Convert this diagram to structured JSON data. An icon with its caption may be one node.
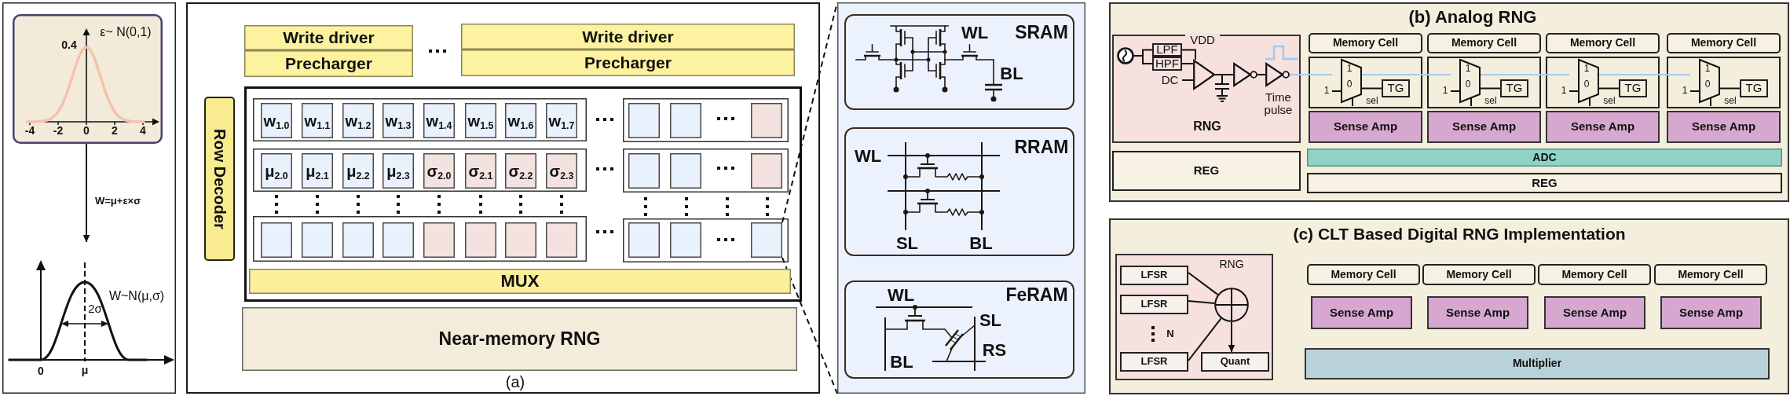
{
  "diagram": {
    "nodes": [
      {
        "text": [],
        "shape": "box"
      },
      {
        "text": [
          "ε~ N(0,1)",
          "0.4",
          "-4",
          "-2",
          "0",
          "2",
          "4"
        ],
        "in": 0
      },
      {
        "text": [],
        "shape": "picture",
        "beside": [
          "0",
          "μ"
        ],
        "in": 0
      },
      {
        "text": [
          "(a)"
        ]
      },
      {
        "text": [
          "Write driver"
        ],
        "in": 3
      },
      {
        "text": [
          "Precharger"
        ],
        "in": 3
      },
      {
        "text": [
          "Write driver"
        ],
        "in": 3
      },
      {
        "text": [
          "Precharger"
        ],
        "in": 3
      },
      {
        "text": [
          "Row Decoder"
        ],
        "in": 3
      },
      {
        "text": [],
        "shape": "box",
        "in": 3
      },
      {
        "text": [],
        "shape": "box",
        "in": 9
      },
      {
        "text": [
          "w$_{1.0}$"
        ],
        "in": 10
      },
      {
        "text": [
          "w$_{1.1}$"
        ],
        "in": 10
      },
      {
        "text": [
          "w$_{1.2}$"
        ],
        "in": 10
      },
      {
        "text": [
          "w$_{1.3}$"
        ],
        "in": 10
      },
      {
        "text": [
          "w$_{1.4}$"
        ],
        "in": 10
      },
      {
        "text": [
          "w$_{1.5}$"
        ],
        "in": 10
      },
      {
        "text": [
          "w$_{1.6}$"
        ],
        "in": 10
      },
      {
        "text": [
          "w$_{1.7}$"
        ],
        "in": 10
      },
      {
        "text": [],
        "shape": "box",
        "in": 9
      },
      {
        "text": [],
        "shape": "box",
        "in": 19
      },
      {
        "text": [],
        "shape": "box",
        "in": 19
      },
      {
        "text": [],
        "shape": "box",
        "in": 19
      },
      {
        "text": [],
        "shape": "box",
        "in": 9
      },
      {
        "text": [
          "μ$_{2.0}$"
        ],
        "in": 23
      },
      {
        "text": [
          "μ$_{2.1}$"
        ],
        "in": 23
      },
      {
        "text": [
          "μ$_{2.2}$"
        ],
        "in": 23
      },
      {
        "text": [
          "μ$_{2.3}$"
        ],
        "in": 23
      },
      {
        "text": [
          "σ$_{2.0}$"
        ],
        "in": 23
      },
      {
        "text": [
          "σ$_{2.1}$"
        ],
        "in": 23
      },
      {
        "text": [
          "σ$_{2.2}$"
        ],
        "in": 23
      },
      {
        "text": [
          "σ$_{2.3}$"
        ],
        "in": 23
      },
      {
        "text": [],
        "shape": "box",
        "in": 9
      },
      {
        "text": [],
        "shape": "box",
        "in": 32
      },
      {
        "text": [],
        "shape": "box",
        "in": 32
      },
      {
        "text": [],
        "shape": "box",
        "in": 32
      },
      {
        "text": [],
        "shape": "box",
        "in": 9
      },
      {
        "text": [],
        "shape": "box",
        "in": 36
      },
      {
        "text": [],
        "shape": "box",
        "in": 36
      },
      {
        "text": [],
        "shape": "box",
        "in": 36
      },
      {
        "text": [],
        "shape": "box",
        "in": 36
      },
      {
        "text": [],
        "shape": "box",
        "in": 36
      },
      {
        "text": [],
        "shape": "box",
        "in": 36
      },
      {
        "text": [],
        "shape": "box",
        "in": 36
      },
      {
        "text": [],
        "shape": "box",
        "in": 36
      },
      {
        "text": [],
        "shape": "box",
        "in": 9
      },
      {
        "text": [],
        "shape": "box",
        "in": 45
      },
      {
        "text": [],
        "shape": "box",
        "in": 45
      },
      {
        "text": [],
        "shape": "box",
        "in": 45
      },
      {
        "text": [
          "MUX"
        ],
        "in": 9
      },
      {
        "text": [
          "Near-memory RNG"
        ],
        "in": 3
      },
      {
        "text": [],
        "shape": "box"
      },
      {
        "text": [
          "WL",
          "SRAM",
          "BL"
        ],
        "in": 51
      },
      {
        "text": [
          "WL",
          "RRAM",
          "SL",
          "BL"
        ],
        "in": 51
      },
      {
        "text": [
          "WL",
          "FeRAM",
          "SL",
          "RS",
          "BL"
        ],
        "in": 51
      },
      {
        "text": [
          "(b) Analog RNG"
        ]
      },
      {
        "text": [
          "RNG"
        ],
        "in": 55
      },
      {
        "text": [],
        "shape": "circle",
        "in": 56
      },
      {
        "text": [
          "LPF"
        ],
        "in": 56
      },
      {
        "text": [
          "HPF"
        ],
        "in": 56
      },
      {
        "text": [
          "DC"
        ],
        "in": 56
      },
      {
        "text": [],
        "shape": "triangle",
        "in": 56
      },
      {
        "text": [],
        "shape": "triangle",
        "in": 56
      },
      {
        "text": [],
        "shape": "triangle",
        "beside": [
          "Time pulse"
        ],
        "in": 56
      },
      {
        "text": [
          "Memory Cell"
        ],
        "in": 55
      },
      {
        "text": [
          "Memory Cell"
        ],
        "in": 55
      },
      {
        "text": [
          "Memory Cell"
        ],
        "in": 55
      },
      {
        "text": [
          "Memory Cell"
        ],
        "in": 55
      },
      {
        "text": [],
        "shape": "box",
        "in": 55
      },
      {
        "text": [
          "1",
          "0"
        ],
        "beside": [
          "1",
          "sel"
        ],
        "in": 68
      },
      {
        "text": [
          "TG"
        ],
        "in": 68
      },
      {
        "text": [],
        "shape": "box",
        "in": 55
      },
      {
        "text": [
          "1",
          "0"
        ],
        "beside": [
          "1",
          "sel"
        ],
        "in": 71
      },
      {
        "text": [
          "TG"
        ],
        "in": 71
      },
      {
        "text": [],
        "shape": "box",
        "in": 55
      },
      {
        "text": [
          "1",
          "0"
        ],
        "beside": [
          "1",
          "sel"
        ],
        "in": 74
      },
      {
        "text": [
          "TG"
        ],
        "in": 74
      },
      {
        "text": [],
        "shape": "box",
        "in": 55
      },
      {
        "text": [
          "1",
          "0"
        ],
        "beside": [
          "1",
          "sel"
        ],
        "in": 77
      },
      {
        "text": [
          "TG"
        ],
        "in": 77
      },
      {
        "text": [
          "Sense Amp"
        ],
        "in": 55
      },
      {
        "text": [
          "Sense Amp"
        ],
        "in": 55
      },
      {
        "text": [
          "Sense Amp"
        ],
        "in": 55
      },
      {
        "text": [
          "Sense Amp"
        ],
        "in": 55
      },
      {
        "text": [
          "REG"
        ],
        "in": 55
      },
      {
        "text": [
          "ADC"
        ],
        "in": 55
      },
      {
        "text": [
          "REG"
        ],
        "in": 55
      },
      {
        "text": [
          "(c) CLT Based Digital RNG Implementation"
        ]
      },
      {
        "text": [
          "RNG",
          "N"
        ],
        "in": 87
      },
      {
        "text": [
          "LFSR"
        ],
        "in": 88
      },
      {
        "text": [
          "LFSR"
        ],
        "in": 88
      },
      {
        "text": [
          "LFSR"
        ],
        "in": 88
      },
      {
        "text": [],
        "shape": "circle",
        "in": 88
      },
      {
        "text": [
          "Quant"
        ],
        "in": 88
      },
      {
        "text": [
          "Memory Cell"
        ],
        "in": 87
      },
      {
        "text": [
          "Memory Cell"
        ],
        "in": 87
      },
      {
        "text": [
          "Memory Cell"
        ],
        "in": 87
      },
      {
        "text": [
          "Memory Cell"
        ],
        "in": 87
      },
      {
        "text": [
          "Sense Amp"
        ],
        "in": 87
      },
      {
        "text": [
          "Sense Amp"
        ],
        "in": 87
      },
      {
        "text": [
          "Sense Amp"
        ],
        "in": 87
      },
      {
        "text": [
          "Sense Amp"
        ],
        "in": 87
      },
      {
        "text": [
          "Multiplier"
        ],
        "in": 87
      }
    ],
    "edges": [
      {
        "from": 1,
        "to": 2,
        "arrow": "to",
        "label": "W=μ+ε×σ"
      },
      {
        "from": 48,
        "to": 51,
        "arrow": "none",
        "style": "dashed"
      },
      {
        "from": 48,
        "to": 51,
        "arrow": "none",
        "style": "dashed"
      },
      {
        "from": 57,
        "to": 58,
        "arrow": "none"
      },
      {
        "from": 57,
        "to": 59,
        "arrow": "none"
      },
      {
        "from": 58,
        "to": 61,
        "arrow": "none",
        "label": "VDD"
      },
      {
        "from": 59,
        "to": 61,
        "arrow": "none"
      },
      {
        "from": 60,
        "to": 61,
        "arrow": "none"
      },
      {
        "from": 61,
        "to": 62,
        "arrow": "none"
      },
      {
        "from": 62,
        "to": 63,
        "arrow": "none"
      },
      {
        "from": 63,
        "to": 69,
        "arrow": "none",
        "color": "#a9c8ee"
      },
      {
        "from": 69,
        "to": 72,
        "arrow": "none",
        "color": "#a9c8ee"
      },
      {
        "from": 72,
        "to": 75,
        "arrow": "none",
        "color": "#a9c8ee"
      },
      {
        "from": 75,
        "to": 78,
        "arrow": "none",
        "color": "#a9c8ee"
      },
      {
        "from": 69,
        "to": 70,
        "arrow": "none"
      },
      {
        "from": 72,
        "to": 73,
        "arrow": "none"
      },
      {
        "from": 75,
        "to": 76,
        "arrow": "none"
      },
      {
        "from": 78,
        "to": 79,
        "arrow": "none"
      },
      {
        "from": 89,
        "to": 92,
        "arrow": "none"
      },
      {
        "from": 90,
        "to": 92,
        "arrow": "none"
      },
      {
        "from": 91,
        "to": 92,
        "arrow": "none"
      },
      {
        "from": 92,
        "to": 93,
        "arrow": "to"
      }
    ],
    "labels": [
      "W~N(μ,σ)",
      "2σ"
    ]
  }
}
